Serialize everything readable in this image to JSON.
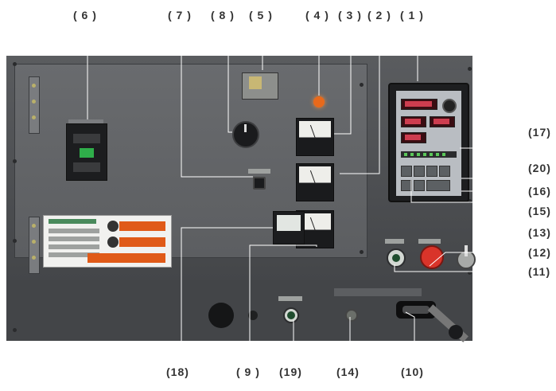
{
  "callouts": {
    "c1": "( 1 )",
    "c2": "( 2 )",
    "c3": "( 3 )",
    "c4": "( 4 )",
    "c5": "( 5 )",
    "c6": "( 6 )",
    "c7": "( 7 )",
    "c8": "( 8 )",
    "c9": "( 9 )",
    "c10": "(10)",
    "c11": "(11)",
    "c12": "(12)",
    "c13": "(13)",
    "c14": "(14)",
    "c15": "(15)",
    "c16": "(16)",
    "c17": "(17)",
    "c18": "(18)",
    "c19": "(19)",
    "c20": "(20)"
  },
  "colors": {
    "panel": "#4a4c4f",
    "callout_text": "#333333",
    "leader_line": "#ffffff",
    "estop": "#d9342a",
    "lamp": "#e8691b",
    "breaker_on": "#2fae4a",
    "display_digits": "#e8475a"
  }
}
